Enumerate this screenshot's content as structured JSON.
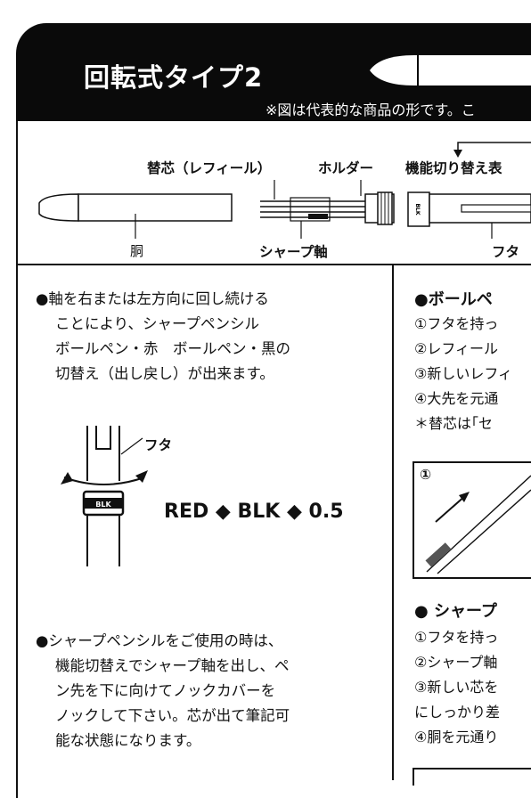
{
  "header": {
    "title": "回転式タイプ2",
    "note": "※図は代表的な商品の形です。こ"
  },
  "diagram": {
    "refill_label": "替芯（レフィール）",
    "holder_label": "ホルダー",
    "switch_label": "機能切り替え表",
    "barrel_label": "胴",
    "mech_label": "シャープ軸",
    "cap_label": "フタ",
    "band_text": "BLK"
  },
  "left": {
    "paragraph1": [
      "●軸を右または左方向に回し続ける",
      "ことにより、シャープペンシル",
      "ボールペン・赤　ボールペン・黒の",
      "切替え（出し戻し）が出来ます。"
    ],
    "figure_cap_label": "フタ",
    "figure_band_text": "BLK",
    "cycle_text": "RED ◆ BLK ◆ 0.5",
    "paragraph2": [
      "●シャープペンシルをご使用の時は、",
      "機能切替えでシャープ軸を出し、ペ",
      "ン先を下に向けてノックカバーを",
      "ノックして下さい。芯が出て筆記可",
      "能な状態になります。"
    ]
  },
  "right": {
    "ballpen_heading": "●ボールペ",
    "ballpen_steps": [
      "①フタを持っ",
      "②レフィール",
      "③新しいレフィ",
      "④大先を元通",
      "＊替芯は｢セ"
    ],
    "figure_step": "①",
    "sharp_heading": "● シャープ",
    "sharp_steps": [
      "①フタを持っ",
      "②シャープ軸",
      "③新しい芯を",
      "にしっかり差",
      "④胴を元通り"
    ]
  }
}
